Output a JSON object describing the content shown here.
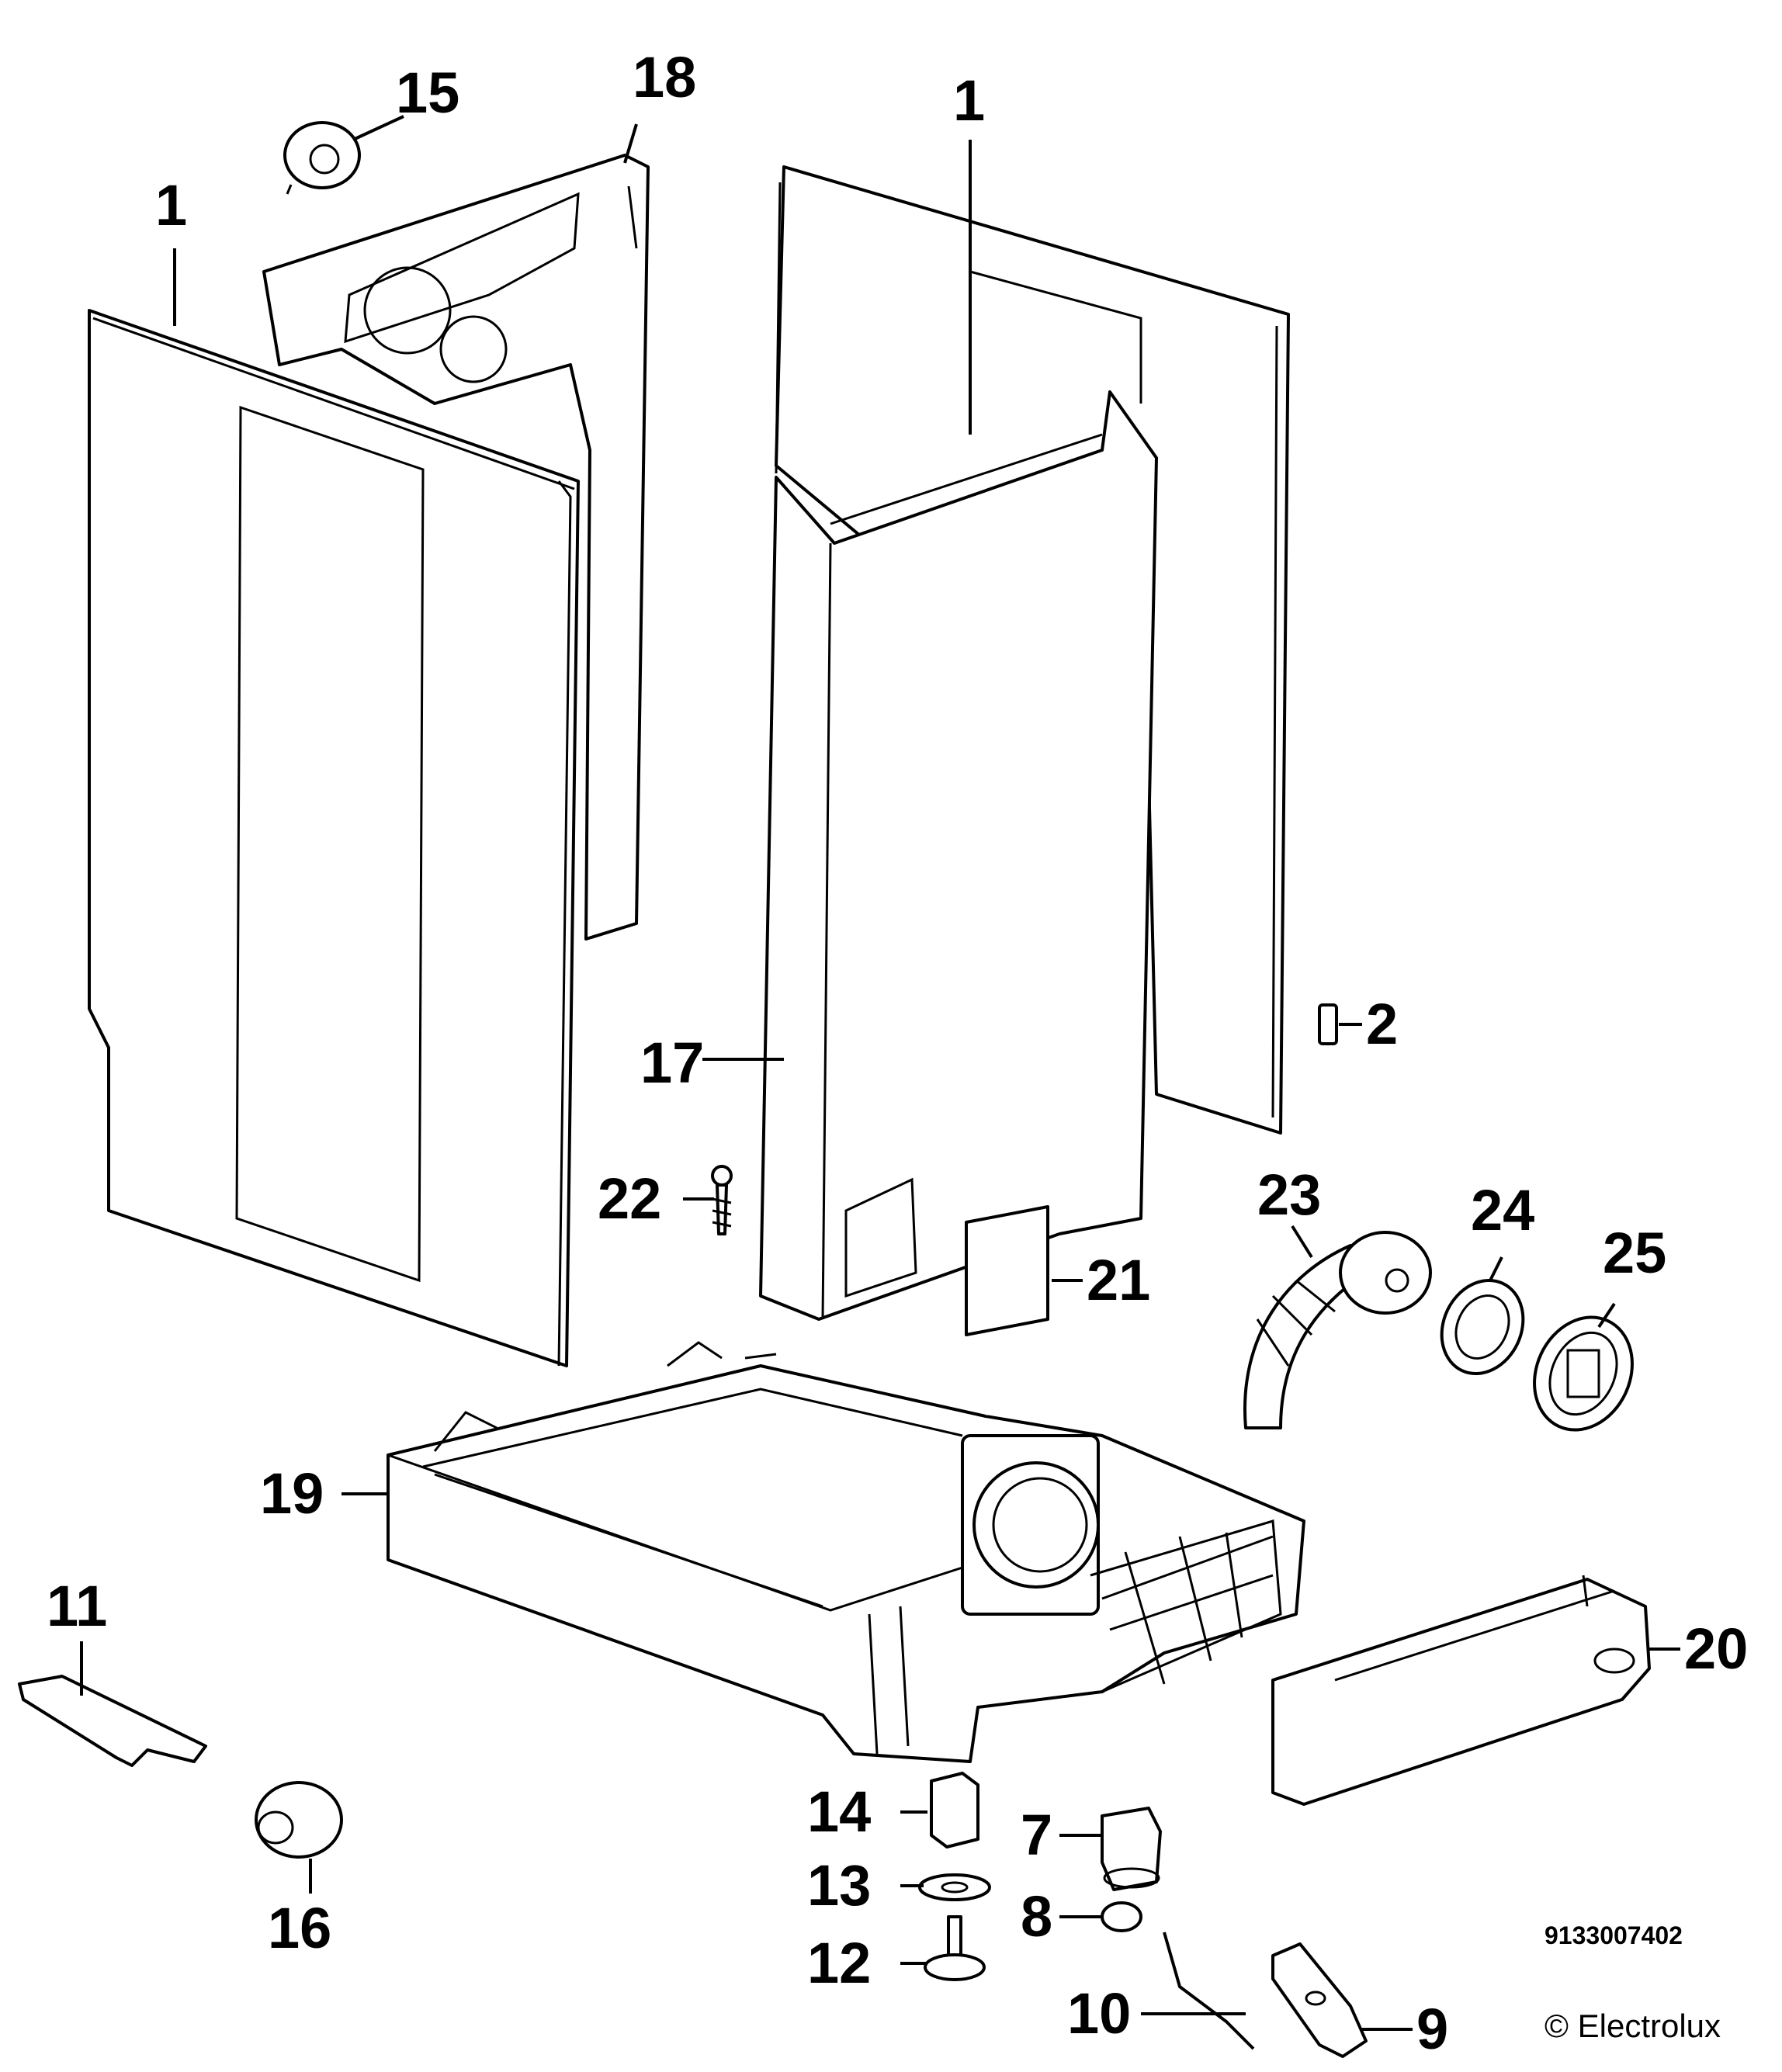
{
  "callouts": {
    "c1a": "1",
    "c1b": "1",
    "c2": "2",
    "c7": "7",
    "c8": "8",
    "c9": "9",
    "c10": "10",
    "c11": "11",
    "c12": "12",
    "c13": "13",
    "c14": "14",
    "c15": "15",
    "c16": "16",
    "c17": "17",
    "c18": "18",
    "c19": "19",
    "c20": "20",
    "c21": "21",
    "c22": "22",
    "c23": "23",
    "c24": "24",
    "c25": "25"
  },
  "drawing_number": "9133007402",
  "copyright": "© Electrolux"
}
